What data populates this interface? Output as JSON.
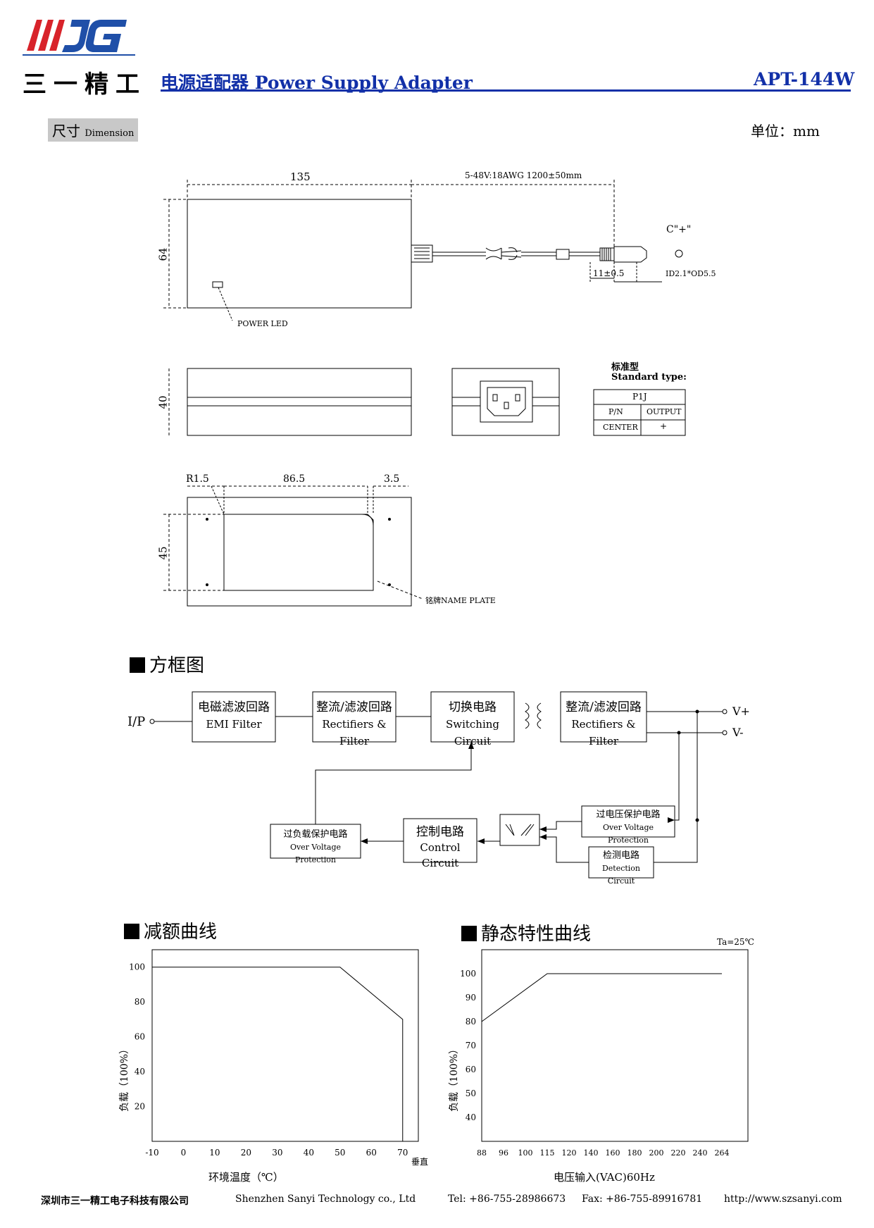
{
  "header": {
    "logo_cn": "三一精工",
    "title": "电源适配器 Power Supply Adapter",
    "model": "APT-144W"
  },
  "dimension": {
    "tag_cn": "尺寸",
    "tag_en": "Dimension",
    "unit": "单位：mm",
    "top_view": {
      "len": "135",
      "cable": "5-48V:18AWG  1200±50mm",
      "height": "64",
      "plug_len": "11±0.5",
      "plug_spec": "ID2.1*OD5.5",
      "polarity": "C\"+\"",
      "power_led": "POWER LED"
    },
    "side_view": {
      "height": "40"
    },
    "standard_type": {
      "title_cn": "标准型",
      "title_en": "Standard type:",
      "header": "P1J",
      "col1": "P/N",
      "col2": "OUTPUT",
      "row_label": "CENTER",
      "row_value": "+"
    },
    "bottom_view": {
      "radius": "R1.5",
      "width": "86.5",
      "gap": "3.5",
      "height": "45",
      "name_plate": "铭牌NAME PLATE"
    }
  },
  "block_diagram": {
    "title": "方框图",
    "input": "I/P",
    "blocks": {
      "emi": [
        "电磁滤波回路",
        "EMI Filter"
      ],
      "rect1": [
        "整流/滤波回路",
        "Rectifiers & Filter"
      ],
      "switch": [
        "切换电路",
        "Switching Circuit"
      ],
      "rect2": [
        "整流/滤波回路",
        "Rectifiers & Filter"
      ],
      "ovp": [
        "过电压保护电路",
        "Over Voltage Protection"
      ],
      "detect": [
        "检测电路",
        "Detection Circuit"
      ],
      "control": [
        "控制电路",
        "Control Circuit"
      ],
      "olp": [
        "过负载保护电路",
        "Over Voltage Protection"
      ]
    },
    "out_pos": "V+",
    "out_neg": "V-"
  },
  "derating": {
    "title": "减额曲线",
    "ylabel": "负载（100%）",
    "xlabel": "环境温度（℃）",
    "xunit": "垂直",
    "yticks": [
      "100",
      "80",
      "60",
      "40",
      "20"
    ],
    "xticks": [
      "-10",
      "0",
      "10",
      "20",
      "30",
      "40",
      "50",
      "60",
      "70"
    ]
  },
  "static": {
    "title": "静态特性曲线",
    "note": "Ta=25℃",
    "ylabel": "负载（100%）",
    "xlabel": "电压输入(VAC)60Hz",
    "yticks": [
      "100",
      "90",
      "80",
      "70",
      "60",
      "50",
      "40"
    ],
    "xticks": [
      "88",
      "96",
      "100",
      "115",
      "120",
      "140",
      "160",
      "180",
      "200",
      "220",
      "240",
      "264"
    ]
  },
  "chart_data": [
    {
      "type": "line",
      "title": "减额曲线",
      "xlabel": "环境温度（℃）",
      "ylabel": "负载（100%）",
      "xlim": [
        -10,
        75
      ],
      "ylim": [
        0,
        110
      ],
      "series": [
        {
          "x": [
            -10,
            50,
            70,
            70
          ],
          "y": [
            100,
            100,
            70,
            0
          ]
        }
      ]
    },
    {
      "type": "line",
      "title": "静态特性曲线",
      "xlabel": "电压输入(VAC)60Hz",
      "ylabel": "负载（100%）",
      "ylim": [
        30,
        110
      ],
      "series": [
        {
          "x": [
            88,
            115,
            264
          ],
          "y": [
            80,
            100,
            100
          ]
        }
      ]
    }
  ],
  "footer": {
    "company_cn": "深圳市三一精工电子科技有限公司",
    "company_en": "Shenzhen Sanyi Technology co., Ltd",
    "tel": "Tel: +86-755-28986673",
    "fax": "Fax: +86-755-89916781",
    "web": "http://www.szsanyi.com"
  }
}
